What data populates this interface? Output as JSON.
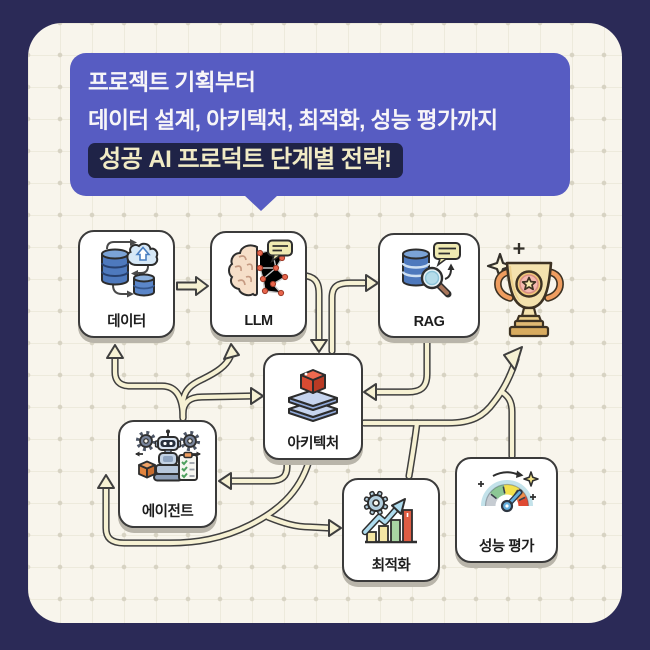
{
  "header": {
    "line1": "프로젝트 기획부터",
    "line2": "데이터 설계, 아키텍처, 최적화, 성능 평가까지",
    "highlight": "성공 AI 프로덕트 단계별 전략!"
  },
  "diagram": {
    "nodes": [
      {
        "id": "data",
        "label": "데이터",
        "icon": "database-cloud-icon"
      },
      {
        "id": "llm",
        "label": "LLM",
        "icon": "brain-network-icon"
      },
      {
        "id": "rag",
        "label": "RAG",
        "icon": "database-search-icon"
      },
      {
        "id": "architecture",
        "label": "아키텍처",
        "icon": "layers-cube-icon"
      },
      {
        "id": "agent",
        "label": "에이전트",
        "icon": "robot-checklist-icon"
      },
      {
        "id": "optimization",
        "label": "최적화",
        "icon": "gear-growth-chart-icon"
      },
      {
        "id": "evaluation",
        "label": "성능 평가",
        "icon": "gauge-icon"
      },
      {
        "id": "goal",
        "label": "",
        "icon": "trophy-icon"
      }
    ],
    "edges": [
      {
        "from": "data",
        "to": "llm"
      },
      {
        "from": "llm",
        "to": "architecture"
      },
      {
        "from": "architecture",
        "to": "rag"
      },
      {
        "from": "rag",
        "to": "architecture"
      },
      {
        "from": "agent",
        "to": "data"
      },
      {
        "from": "agent",
        "to": "llm"
      },
      {
        "from": "agent",
        "to": "architecture"
      },
      {
        "from": "architecture",
        "to": "agent"
      },
      {
        "from": "architecture",
        "to": "optimization"
      },
      {
        "from": "architecture",
        "to": "feedback-loop-left"
      },
      {
        "from": "optimization",
        "to": "goal"
      },
      {
        "from": "evaluation",
        "to": "goal"
      },
      {
        "from": "architecture",
        "to": "goal"
      }
    ]
  },
  "colors": {
    "frame": "#2b2a57",
    "canvas": "#f8f5ec",
    "bubble": "#575cc2",
    "highlight_bg": "#1f2347",
    "highlight_text": "#f1ebc5",
    "arrow_fill": "#f6f1d3",
    "arrow_outline": "#3f3f3f",
    "card_border": "#3b3b3b"
  }
}
